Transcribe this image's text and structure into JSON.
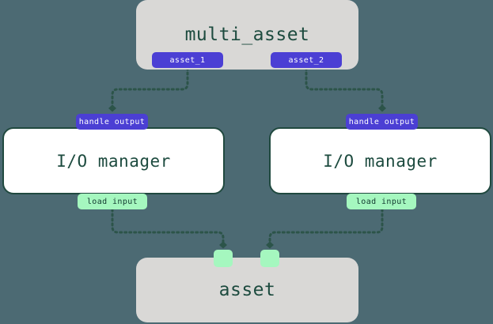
{
  "diagram": {
    "background_color": "#4c6a73",
    "edge_color": "#2c5449",
    "nodes": [
      {
        "id": "multi-asset",
        "label": "multi_asset",
        "kind": "asset-group",
        "fill": "#d9d8d6",
        "text_color": "#1d4b3f"
      },
      {
        "id": "io-left",
        "label": "I/O manager",
        "kind": "io-manager",
        "fill": "#ffffff",
        "text_color": "#1d4b3f"
      },
      {
        "id": "io-right",
        "label": "I/O manager",
        "kind": "io-manager",
        "fill": "#ffffff",
        "text_color": "#1d4b3f"
      },
      {
        "id": "asset",
        "label": "asset",
        "kind": "asset",
        "fill": "#d9d8d6",
        "text_color": "#1d4b3f"
      }
    ],
    "handles": {
      "asset_1": "asset_1",
      "asset_2": "asset_2",
      "handle_output_left": "handle output",
      "handle_output_right": "handle output",
      "load_input_left": "load input",
      "load_input_right": "load input",
      "asset_input_1": "",
      "asset_input_2": "",
      "output_color": "#4b3fd4",
      "input_color": "#a5f7bf"
    },
    "edges": [
      {
        "from": "asset_1",
        "to": "handle_output_left",
        "style": "dotted",
        "arrow": "diamond"
      },
      {
        "from": "asset_2",
        "to": "handle_output_right",
        "style": "dotted",
        "arrow": "diamond"
      },
      {
        "from": "load_input_left",
        "to": "asset_input_1",
        "style": "dotted",
        "arrow": "diamond"
      },
      {
        "from": "load_input_right",
        "to": "asset_input_2",
        "style": "dotted",
        "arrow": "diamond"
      }
    ]
  }
}
